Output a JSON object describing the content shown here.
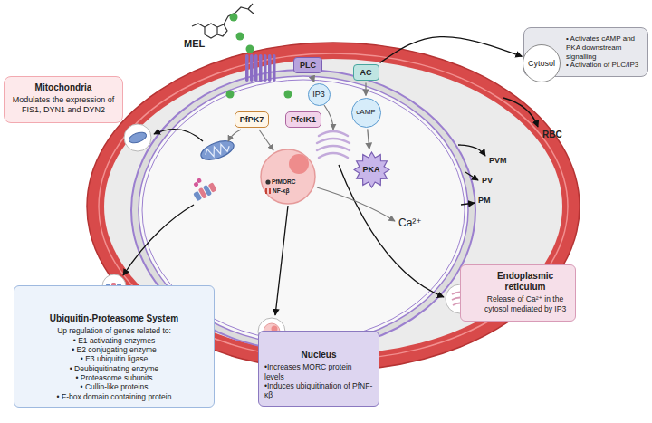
{
  "diagram": {
    "nodes": [
      {
        "text": [
          "Mitochondria",
          "Modulates the expression of FIS1, DYN1 and DYN2"
        ]
      },
      {
        "text": [
          "Cytosol"
        ]
      },
      {
        "text": [
          "• Activates cAMP and PKA downstream signalling",
          "• Activation of PLC/IP3"
        ]
      },
      {
        "text": [
          "PLC"
        ]
      },
      {
        "text": [
          "AC"
        ]
      },
      {
        "text": [
          "PfPK7"
        ]
      },
      {
        "text": [
          "PfeIK1"
        ]
      },
      {
        "text": [
          "IP3"
        ]
      },
      {
        "text": [
          "cAMP"
        ]
      },
      {
        "text": [
          "PKA"
        ]
      },
      {
        "text": [
          "Ubiquitin-Proteasome System",
          "Up regulation of  genes related to:",
          "• E1 activating enzymes",
          "• E2 conjugating enzyme",
          "• E3 ubiquitin ligase",
          "• Deubiquitinating enzyme",
          "• Proteasome subunits",
          "• Cullin-like proteins",
          "• F-box domain containing protein"
        ]
      },
      {
        "text": [
          "Endoplasmic reticulum",
          "Release of Ca²⁺ in the cytosol mediated by IP3"
        ]
      },
      {
        "text": [
          "Nucleus",
          "•Increases MORC protein levels",
          "•Induces ubiquitination of PfNF-κβ"
        ]
      }
    ],
    "edges": [
      {
        "from": 3,
        "to": 7,
        "arrow": "to"
      },
      {
        "from": 4,
        "to": 8,
        "arrow": "to"
      },
      {
        "from": 8,
        "to": 9,
        "arrow": "to"
      },
      {
        "from": 4,
        "to": 1,
        "arrow": "to"
      }
    ],
    "labels": [
      "MEL",
      "RBC",
      "PVM",
      "PV",
      "PM",
      "Ca²⁺",
      "PfMORC",
      "NF-κβ"
    ]
  }
}
